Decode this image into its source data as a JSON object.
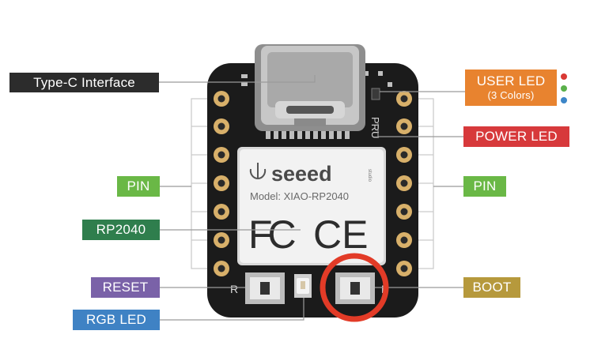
{
  "callouts": {
    "type_c": "Type-C Interface",
    "user_led": "USER LED",
    "user_led_sub": "(3 Colors)",
    "power_led": "POWER LED",
    "pin_left": "PIN",
    "pin_right": "PIN",
    "rp2040": "RP2040",
    "reset": "RESET",
    "boot": "BOOT",
    "rgb_led": "RGB LED"
  },
  "module": {
    "brand": "seeed",
    "brand_sub": "studio",
    "model": "Model: XIAO-RP2040",
    "fcc": "FC",
    "ce": "CE"
  },
  "silkscreen": {
    "reset_mark": "R",
    "boot_mark": "B",
    "led_mark": "PRU"
  },
  "colors": {
    "led_red": "#d93a35",
    "led_green": "#5ab04a",
    "led_blue": "#3d86c8",
    "highlight_circle": "#e23b27"
  }
}
